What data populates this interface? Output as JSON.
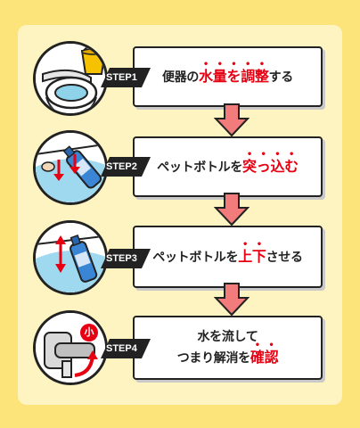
{
  "steps": [
    {
      "badge": "STEP1",
      "pre": "便器の",
      "em": [
        "水",
        "量",
        "を",
        "調",
        "整"
      ],
      "post": "する",
      "line1": ""
    },
    {
      "badge": "STEP2",
      "pre": "ペットボトルを",
      "em": [
        "突",
        "っ",
        "込",
        "む"
      ],
      "post": "",
      "line1": ""
    },
    {
      "badge": "STEP3",
      "pre": "ペットボトルを",
      "em": [
        "上",
        "下"
      ],
      "post": "させる",
      "line1": ""
    },
    {
      "badge": "STEP4",
      "line1": "水を流して",
      "pre": "つまり解消を",
      "em": [
        "確",
        "認"
      ],
      "post": ""
    }
  ],
  "knob_label": "小",
  "colors": {
    "accent": "#e60012",
    "arrow": "#f27b7b",
    "background": "#fde47a",
    "panel": "#fdf4c2"
  }
}
